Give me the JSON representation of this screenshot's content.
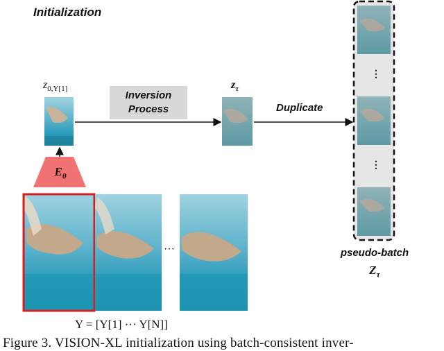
{
  "diagram": {
    "title": "Initialization",
    "latent_label": "z",
    "latent_subscript": "0,Y[1]",
    "inversion_box": {
      "line1": "Inversion",
      "line2": "Process"
    },
    "ztau_label": "z",
    "ztau_subscript": "τ",
    "duplicate_label": "Duplicate",
    "encoder_label": "E",
    "encoder_subscript": "θ",
    "frames_ellipsis": "···",
    "batch_ellipsis_1": "⋮",
    "batch_ellipsis_2": "⋮",
    "pseudo_batch_label": "pseudo-batch",
    "pseudo_batch_symbol": "Z",
    "pseudo_batch_subscript": "τ",
    "video_equation": "Y = [Y[1] ··· Y[N]]"
  },
  "caption": "Figure 3. VISION-XL initialization using batch-consistent inver-",
  "colors": {
    "encoder": "#f07272",
    "selected_frame_border": "#d42020",
    "process_box": "#d8d8d8",
    "batch_panel": "#e8e8e8",
    "water_top": "#7ec3d6",
    "water_bottom": "#1d8fb0"
  }
}
